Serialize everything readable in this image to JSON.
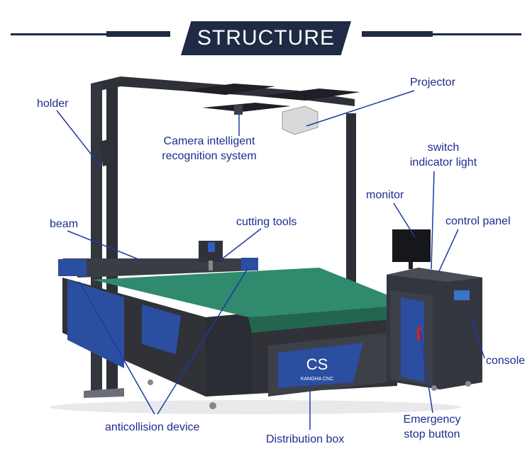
{
  "header": {
    "title": "STRUCTURE"
  },
  "colors": {
    "label_text": "#1c2d8f",
    "leader_line": "#1c3aa6",
    "banner": "#1f2a44"
  },
  "machine": {
    "logo_text": "CS",
    "brand_text": "KANGHA CNC"
  },
  "labels": {
    "holder": "holder",
    "projector": "Projector",
    "camera_line1": "Camera intelligent",
    "camera_line2": "recognition system",
    "switch_line1": "switch",
    "switch_line2": "indicator light",
    "monitor": "monitor",
    "control_panel": "control panel",
    "beam": "beam",
    "cutting_tools": "cutting tools",
    "console": "console",
    "anticollision": "anticollision device",
    "distribution_box": "Distribution box",
    "emergency_line1": "Emergency",
    "emergency_line2": "stop button"
  }
}
